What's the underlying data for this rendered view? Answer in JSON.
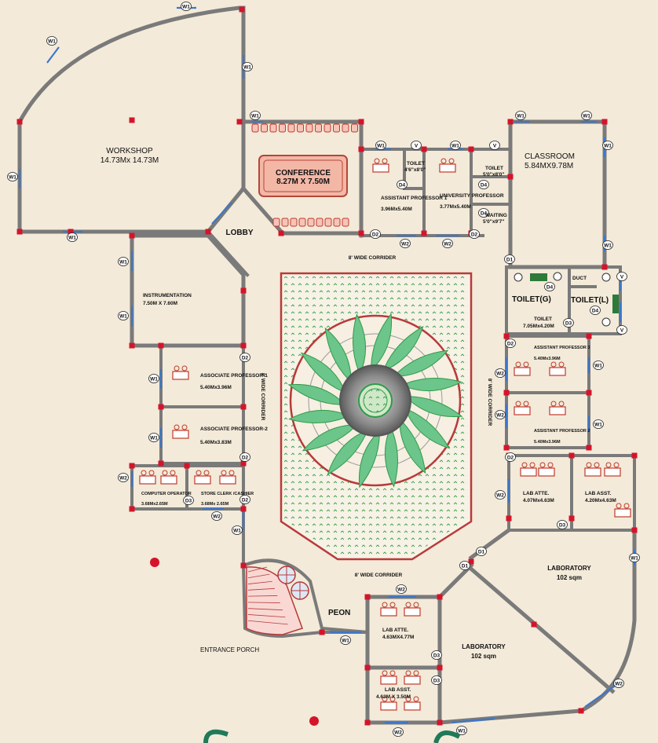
{
  "rooms": {
    "workshop": {
      "name": "WORKSHOP",
      "size": "14.73Mx 14.73M"
    },
    "conference": {
      "name": "CONFERENCE",
      "size": "8.27M X 7.50M"
    },
    "lobby": {
      "name": "LOBBY"
    },
    "asst_prof_1": {
      "name": "ASSISTANT PROFESSOR 1",
      "size": "3.96Mx5.40M"
    },
    "toilet_top_1": {
      "name": "TOILET",
      "size": "4'6\"x8'0\""
    },
    "univ_prof": {
      "name": "UNIVERSITY PROFESSOR",
      "size": "3.77Mx5.40M"
    },
    "toilet_top_2": {
      "name": "TOILET",
      "size": "5'0\"x8'0\""
    },
    "waiting": {
      "name": "WAITING",
      "size": "5'0\"x9'7\""
    },
    "classroom": {
      "name": "CLASSROOM",
      "size": "5.84MX9.78M"
    },
    "instrumentation": {
      "name": "INSTRUMENTATION",
      "size": "7.50M X 7.60M"
    },
    "toilet_g": {
      "name": "TOILET(G)"
    },
    "toilet_l": {
      "name": "TOILET(L)"
    },
    "duct": {
      "name": "DUCT"
    },
    "toilet_block": {
      "name": "TOILET",
      "size": "7.05Mx4.20M"
    },
    "assoc_prof_1": {
      "name": "ASSOCIATE PROFESSOR-1",
      "size": "5.40Mx3.96M"
    },
    "assoc_prof_2": {
      "name": "ASSOCIATE PROFESSOR-2",
      "size": "5.40Mx3.83M"
    },
    "asst_prof_3": {
      "name": "ASSISTANT PROFESSOR 3",
      "size": "5.40Mx3.96M"
    },
    "asst_prof_2": {
      "name": "ASSISTANT PROFESSOR 2",
      "size": "5.40Mx3.96M"
    },
    "computer_operator": {
      "name": "COMPUTER OPERATOR",
      "size": "3.68Mx2.65M"
    },
    "store_clerk": {
      "name": "STORE CLERK /CASHIER",
      "size": "3.68Mx 2.65M"
    },
    "lab_atte_right": {
      "name": "LAB ATTE.",
      "size": "4.07Mx4.63M"
    },
    "lab_asst_right": {
      "name": "LAB ASST.",
      "size": "4.20Mx4.63M"
    },
    "laboratory_right": {
      "name": "LABORATORY",
      "size": "102 sqm"
    },
    "laboratory_bottom": {
      "name": "LABORATORY",
      "size": "102 sqm"
    },
    "lab_atte_bottom": {
      "name": "LAB ATTE.",
      "size": "4.63MX4.77M"
    },
    "lab_asst_bottom": {
      "name": "LAB ASST.",
      "size": "4.63M X 3.50M"
    },
    "peon": {
      "name": "PEON"
    },
    "entrance_porch": {
      "name": "ENTRANCE PORCH"
    }
  },
  "corridors": {
    "top": "8' WIDE CORRIDER",
    "left": "8' WIDE CORRIDER",
    "right": "8' WIDE CORRIDER",
    "bottom": "8' WIDE CORRIDER"
  },
  "tags": {
    "w1": "W1",
    "w2": "W2",
    "v": "V",
    "d1": "D1",
    "d2": "D2",
    "d3": "D3",
    "d4": "D4"
  },
  "colors": {
    "background": "#f3ead9",
    "wall": "#7a7a7a",
    "column": "#d5142a",
    "window": "#3d77c9",
    "courtyard_green": "#2f9b48",
    "courtyard_ring": "#b83a3a",
    "conference_fill": "#f3b7a6"
  }
}
